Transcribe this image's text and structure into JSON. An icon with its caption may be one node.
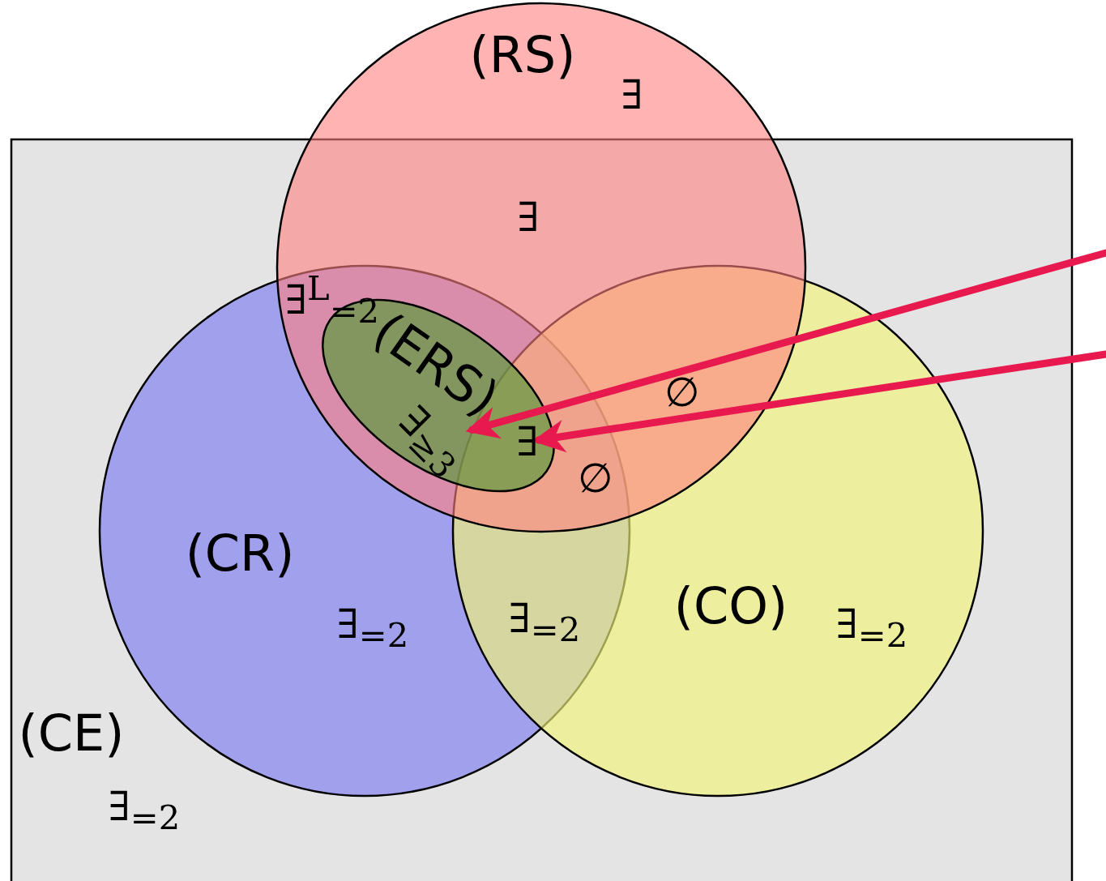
{
  "diagram": {
    "nodes": [
      {
        "text": [
          "(CE)",
          "∃$_{=2}$"
        ]
      },
      {
        "text": [
          "(RS)",
          "∃"
        ]
      },
      {
        "text": [
          "(CR)",
          "∃$_{=2}$"
        ],
        "in": 0
      },
      {
        "text": [
          "(CO)",
          "∃$_{=2}$"
        ],
        "in": 0
      },
      {
        "text": [
          "(ERS)"
        ]
      },
      {
        "text": [
          "∃$_{≥3}$"
        ],
        "in": 4
      },
      {
        "text": [
          "∃"
        ]
      }
    ],
    "edges": [
      {
        "from": null,
        "to": 5,
        "arrow": "to"
      },
      {
        "from": null,
        "to": 6,
        "arrow": "to"
      }
    ],
    "labels": [
      "∃",
      "∃$^{L}$$_{=2}$",
      "∅",
      "∅",
      "∃$_{=2}$"
    ]
  }
}
